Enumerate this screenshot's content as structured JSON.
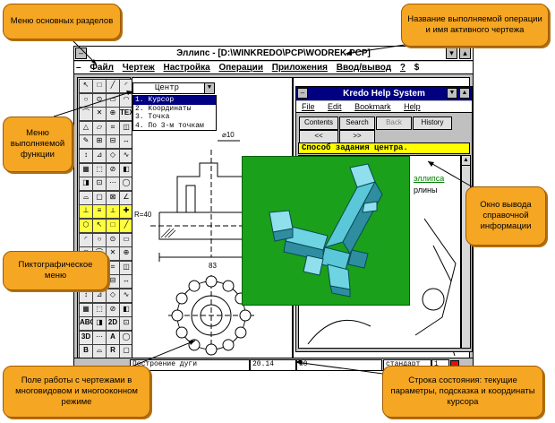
{
  "window": {
    "title": "Эллипс - [D:\\WINKREDO\\PCP\\WODREK.PCP]",
    "menu": [
      "Файл",
      "Чертеж",
      "Настройка",
      "Операции",
      "Приложения",
      "Ввод/вывод",
      "?"
    ],
    "menu_right": "$"
  },
  "function_menu": {
    "selected": "Центр",
    "items": [
      "1. Курсор",
      "2. Координаты",
      "3. Точка",
      "4. По 3-м точкам"
    ]
  },
  "palette": {
    "labels": [
      "TEXT",
      "ABC",
      "2D",
      "3D",
      "A",
      "B",
      "R"
    ]
  },
  "drawing": {
    "dim_diameter": "⌀10",
    "dim_radius": "R=40",
    "dim_length": "83"
  },
  "help_window": {
    "title": "Kredo Help System",
    "menu": [
      "File",
      "Edit",
      "Bookmark",
      "Help"
    ],
    "buttons": [
      "Contents",
      "Search",
      "Back",
      "History"
    ],
    "nav_prev": "<<",
    "nav_next": ">>",
    "heading": "Способ задания центра.",
    "link_text": "эллипса",
    "body_fragment": "рлины"
  },
  "status_bar": {
    "hint": "Построение дуги",
    "x": "20.14",
    "y": "80",
    "style": "стандарт",
    "page": "1"
  },
  "callouts": {
    "main_menu": "Меню основных разделов",
    "operation_title": "Название выполняемой операции и имя активного чертежа",
    "function_menu": "Меню выполняемой функции",
    "help_output": "Окно вывода справочной информации",
    "icon_menu": "Пиктографическое меню",
    "drawing_field": "Поле работы с чертежами в многовидовом и многооконном режиме",
    "status_line": "Строка состояния: текущие параметры, подсказка и координаты курсора"
  },
  "colors": {
    "callout": "#f5a623",
    "titlebar_help": "#000080",
    "help_heading": "#ffff00",
    "picture_bg": "#1aa01a",
    "model": "#5ac8d8"
  }
}
